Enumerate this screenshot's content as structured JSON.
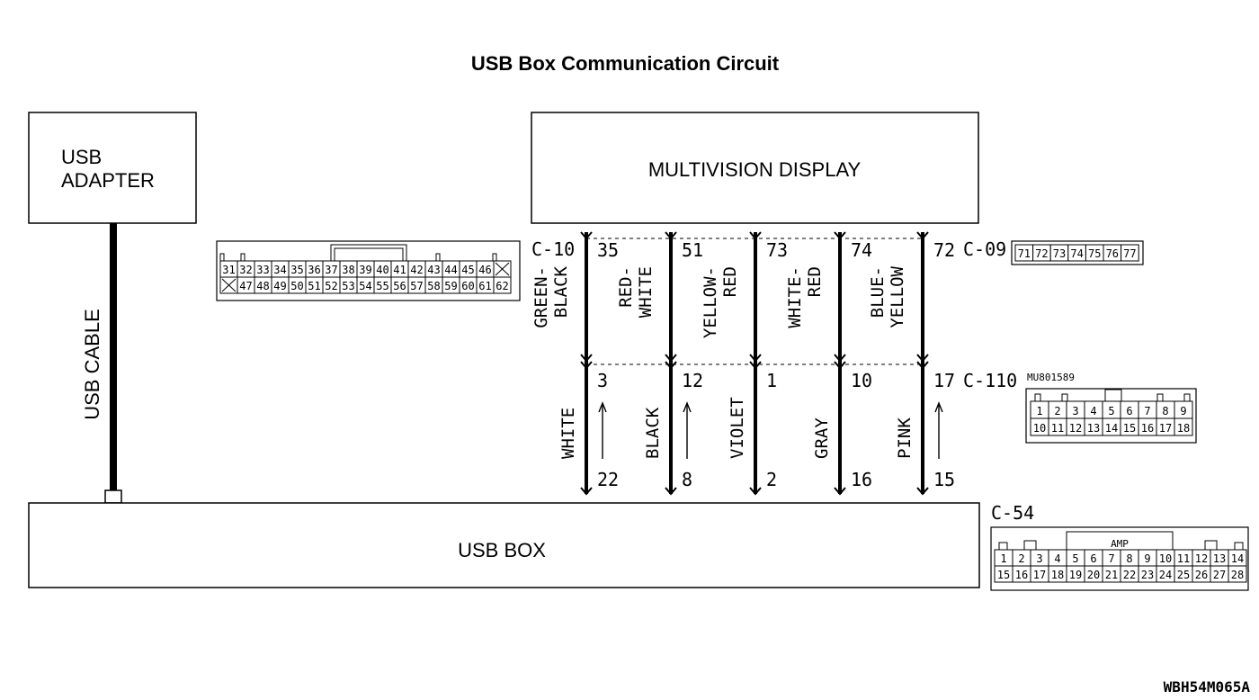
{
  "title": "USB Box Communication Circuit",
  "components": {
    "usb_adapter": [
      "USB",
      "ADAPTER"
    ],
    "multivision_display": "MULTIVISION DISPLAY",
    "usb_box": "USB BOX",
    "usb_cable": "USB CABLE"
  },
  "connectors": {
    "c10": "C-10",
    "c09": "C-09",
    "c110": "C-110",
    "c110_part": "MU801589",
    "c54": "C-54",
    "c54_brand": "AMP"
  },
  "wires": [
    {
      "top_pin": "35",
      "upper_color": [
        "GREEN-",
        "BLACK"
      ],
      "mid_pin": "3",
      "lower_color": "WHITE",
      "bottom_pin": "22",
      "arrow": true
    },
    {
      "top_pin": "51",
      "upper_color": [
        "RED-",
        "WHITE"
      ],
      "mid_pin": "12",
      "lower_color": "BLACK",
      "bottom_pin": "8",
      "arrow": true
    },
    {
      "top_pin": "73",
      "upper_color": [
        "YELLOW-",
        "RED"
      ],
      "mid_pin": "1",
      "lower_color": "VIOLET",
      "bottom_pin": "2",
      "arrow": false
    },
    {
      "top_pin": "74",
      "upper_color": [
        "WHITE-",
        "RED"
      ],
      "mid_pin": "10",
      "lower_color": "GRAY",
      "bottom_pin": "16",
      "arrow": false
    },
    {
      "top_pin": "72",
      "upper_color": [
        "BLUE-",
        "YELLOW"
      ],
      "mid_pin": "17",
      "lower_color": "PINK",
      "bottom_pin": "15",
      "arrow": true
    }
  ],
  "c10_pins": {
    "row1": [
      "31",
      "32",
      "33",
      "34",
      "35",
      "36",
      "37",
      "38",
      "39",
      "40",
      "41",
      "42",
      "43",
      "44",
      "45",
      "46",
      "X"
    ],
    "row2": [
      "X",
      "47",
      "48",
      "49",
      "50",
      "51",
      "52",
      "53",
      "54",
      "55",
      "56",
      "57",
      "58",
      "59",
      "60",
      "61",
      "62"
    ]
  },
  "c09_pins": [
    "71",
    "72",
    "73",
    "74",
    "75",
    "76",
    "77"
  ],
  "c110_pins": {
    "row1": [
      "1",
      "2",
      "3",
      "4",
      "5",
      "6",
      "7",
      "8",
      "9"
    ],
    "row2": [
      "10",
      "11",
      "12",
      "13",
      "14",
      "15",
      "16",
      "17",
      "18"
    ]
  },
  "c54_pins": {
    "row1": [
      "1",
      "2",
      "3",
      "4",
      "5",
      "6",
      "7",
      "8",
      "9",
      "10",
      "11",
      "12",
      "13",
      "14"
    ],
    "row2": [
      "15",
      "16",
      "17",
      "18",
      "19",
      "20",
      "21",
      "22",
      "23",
      "24",
      "25",
      "26",
      "27",
      "28"
    ]
  },
  "figure_code": "WBH54M065A"
}
